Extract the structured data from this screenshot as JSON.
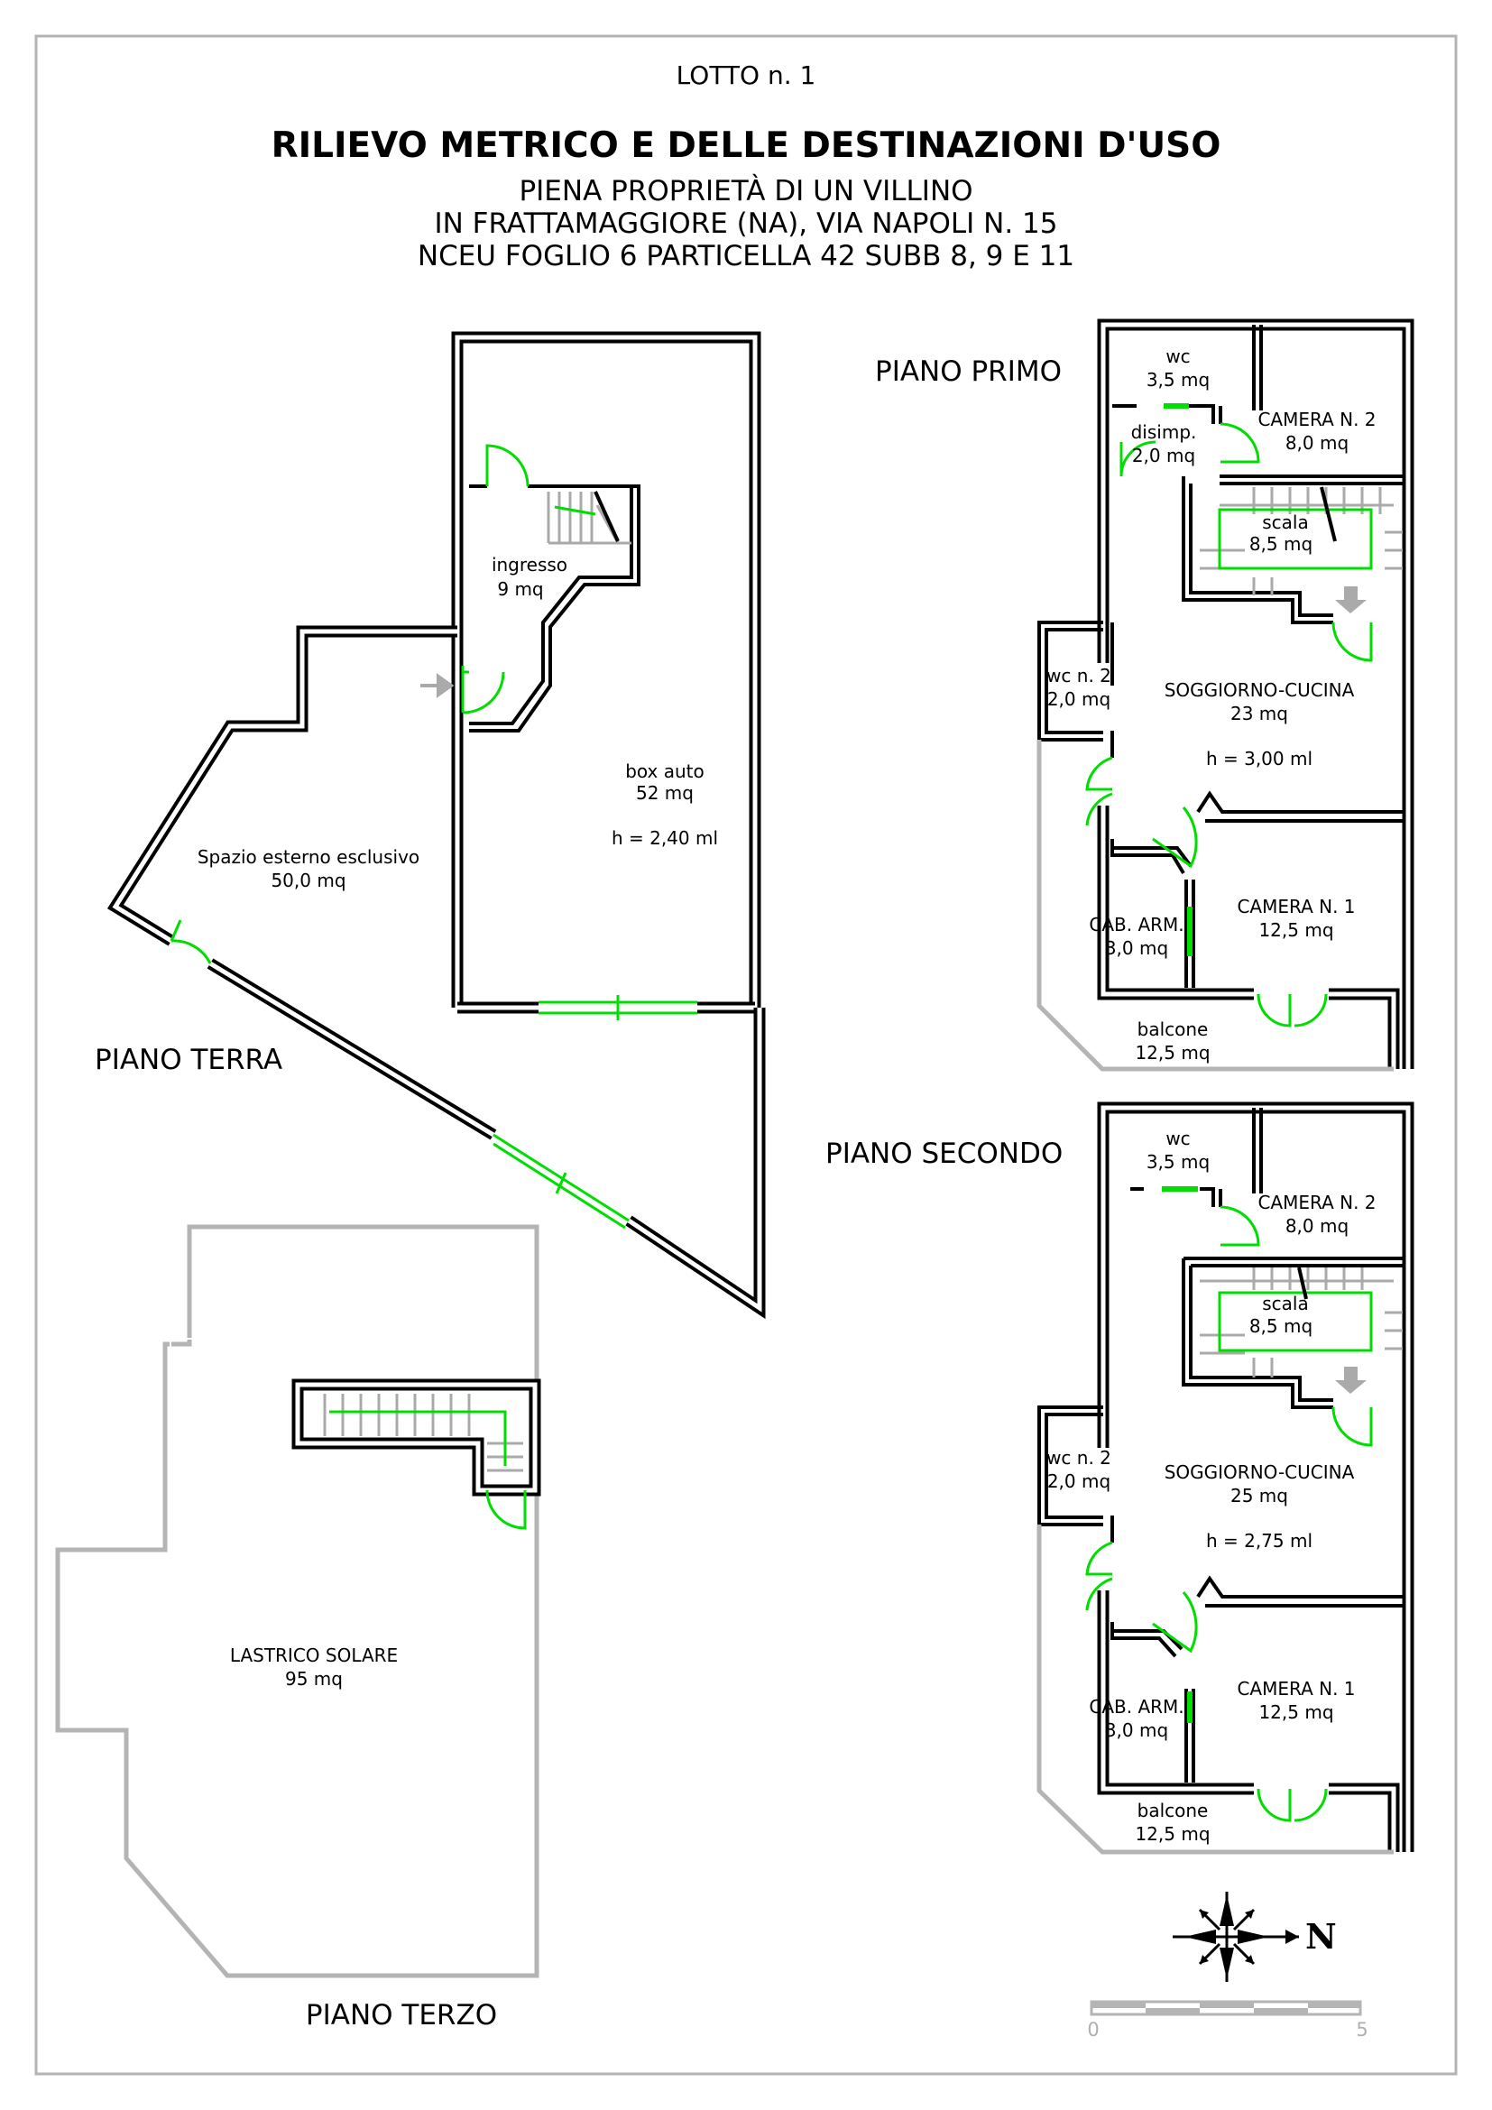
{
  "header": {
    "lotto": "LOTTO n. 1",
    "title": "RILIEVO METRICO E DELLE DESTINAZIONI D'USO",
    "line1": "PIENA PROPRIETÀ DI  UN VILLINO",
    "line2": "IN FRATTAMAGGIORE (NA),  VIA NAPOLI N. 15",
    "line3": "NCEU FOGLIO 6 PARTICELLA 42 SUBB 8, 9 E 11"
  },
  "piano_terra": {
    "label": "PIANO TERRA",
    "ingresso": {
      "name": "ingresso",
      "area": "9 mq"
    },
    "box": {
      "name": "box auto",
      "area": "52 mq",
      "height": "h = 2,40 ml"
    },
    "esterno": {
      "name": "Spazio esterno esclusivo",
      "area": "50,0 mq"
    }
  },
  "piano_primo": {
    "label": "PIANO PRIMO",
    "wc": {
      "name": "wc",
      "area": "3,5 mq"
    },
    "disimp": {
      "name": "disimp.",
      "area": "2,0 mq"
    },
    "camera2": {
      "name": "CAMERA N. 2",
      "area": "8,0 mq"
    },
    "scala": {
      "name": "scala",
      "area": "8,5 mq"
    },
    "wc2": {
      "name": "wc n. 2",
      "area": "2,0 mq"
    },
    "soggiorno": {
      "name": "SOGGIORNO-CUCINA",
      "area": "23 mq",
      "height": "h = 3,00 ml"
    },
    "cab": {
      "name": "CAB. ARM.",
      "area": "3,0 mq"
    },
    "camera1": {
      "name": "CAMERA N. 1",
      "area": "12,5 mq"
    },
    "balcone": {
      "name": "balcone",
      "area": "12,5 mq"
    }
  },
  "piano_secondo": {
    "label": "PIANO SECONDO",
    "wc": {
      "name": "wc",
      "area": "3,5 mq"
    },
    "camera2": {
      "name": "CAMERA N. 2",
      "area": "8,0 mq"
    },
    "scala": {
      "name": "scala",
      "area": "8,5 mq"
    },
    "wc2": {
      "name": "wc n. 2",
      "area": "2,0 mq"
    },
    "soggiorno": {
      "name": "SOGGIORNO-CUCINA",
      "area": "25 mq",
      "height": "h = 2,75 ml"
    },
    "cab": {
      "name": "CAB. ARM.",
      "area": "3,0 mq"
    },
    "camera1": {
      "name": "CAMERA N. 1",
      "area": "12,5 mq"
    },
    "balcone": {
      "name": "balcone",
      "area": "12,5 mq"
    }
  },
  "piano_terzo": {
    "label": "PIANO TERZO",
    "lastrico": {
      "name": "LASTRICO SOLARE",
      "area": "95 mq"
    }
  },
  "legend": {
    "north": "N",
    "scale_start": "0",
    "scale_end": "5"
  },
  "colors": {
    "walls": "#000000",
    "doors_windows": "#00dd00",
    "stairs_arrows": "#aaaaaa",
    "frame": "#b4b4b4"
  }
}
